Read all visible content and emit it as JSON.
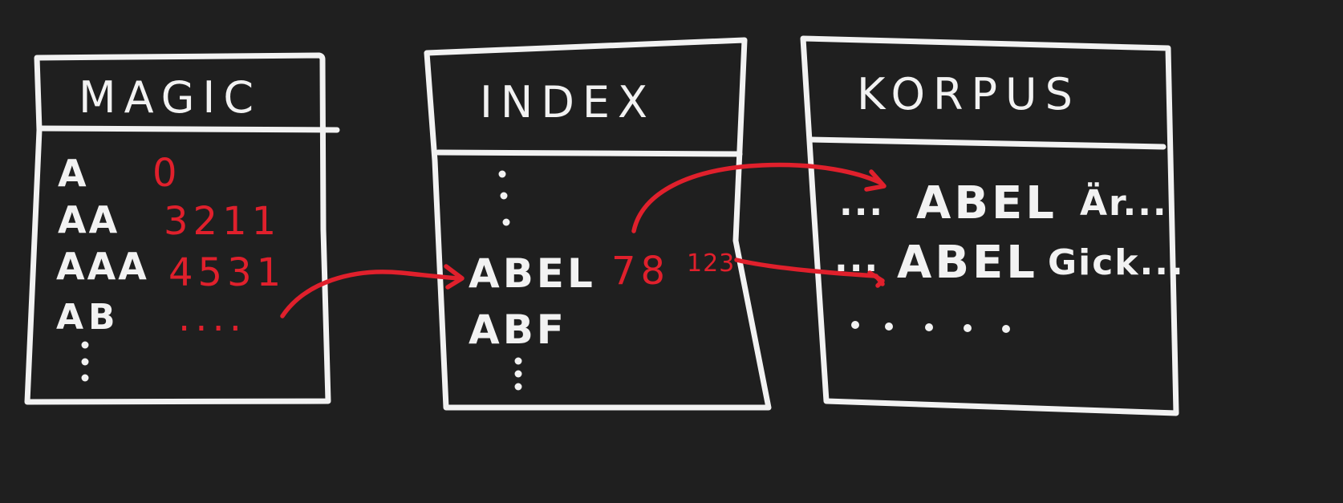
{
  "colors": {
    "background": "#1f1f1f",
    "box_stroke": "#f2f2f2",
    "pointer": "#e0202c"
  },
  "magic": {
    "title": "MAGIC",
    "rows": [
      {
        "key": "A",
        "value": "0"
      },
      {
        "key": "AA",
        "value": "3211"
      },
      {
        "key": "AAA",
        "value": "4531"
      },
      {
        "key": "AB",
        "value": "...."
      }
    ]
  },
  "index": {
    "title": "INDEX",
    "entry_main": {
      "term": "ABEL",
      "offset_1": "78",
      "offset_2": "123"
    },
    "entry_next": {
      "term": "ABF"
    }
  },
  "korpus": {
    "title": "KORPUS",
    "lines": [
      {
        "prefix": "...",
        "word": "ABEL",
        "rest": "Är..."
      },
      {
        "prefix": "...",
        "word": "ABEL",
        "rest": "Gick..."
      }
    ]
  },
  "links": [
    {
      "from": "magic.AB",
      "to": "index.ABEL"
    },
    {
      "from": "index.ABEL.78",
      "to": "korpus.line_1"
    },
    {
      "from": "index.ABEL.123",
      "to": "korpus.line_2"
    }
  ]
}
